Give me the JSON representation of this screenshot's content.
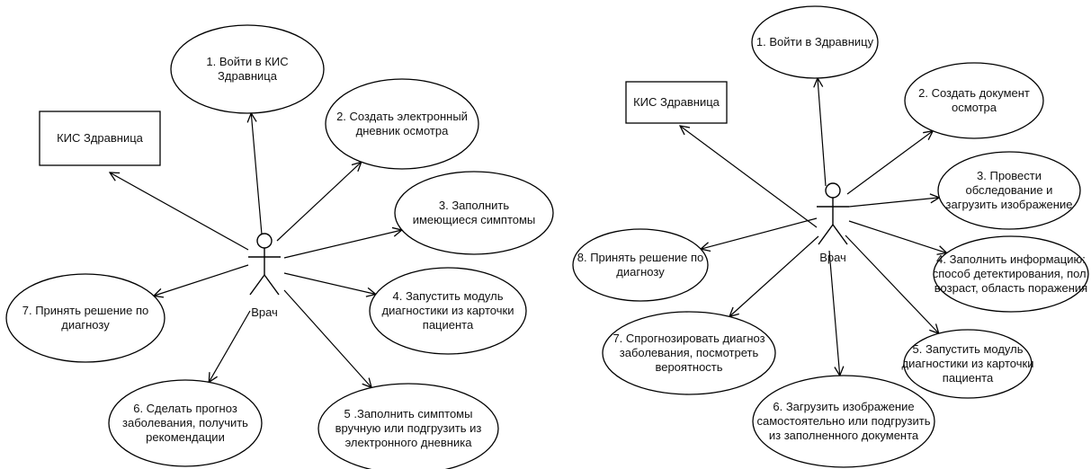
{
  "diagrams": [
    {
      "system": {
        "label": [
          "КИС Здравница"
        ]
      },
      "actor": {
        "label": "Врач"
      },
      "use_cases": [
        {
          "lines": [
            "1. Войти в КИС",
            "Здравница"
          ]
        },
        {
          "lines": [
            "2. Создать электронный",
            "дневник осмотра"
          ]
        },
        {
          "lines": [
            "3. Заполнить",
            "имеющиеся симптомы"
          ]
        },
        {
          "lines": [
            "4. Запустить модуль",
            "диагностики из карточки",
            "пациента"
          ]
        },
        {
          "lines": [
            "5 .Заполнить симптомы",
            "вручную или подгрузить из",
            "электронного дневника"
          ]
        },
        {
          "lines": [
            "6. Сделать прогноз",
            "заболевания, получить",
            "рекомендации"
          ]
        },
        {
          "lines": [
            "7. Принять решение по",
            "диагнозу"
          ]
        }
      ]
    },
    {
      "system": {
        "label": [
          "КИС Здравница"
        ]
      },
      "actor": {
        "label": "Врач"
      },
      "use_cases": [
        {
          "lines": [
            "1. Войти в Здравницу"
          ]
        },
        {
          "lines": [
            "2. Создать документ",
            "осмотра"
          ]
        },
        {
          "lines": [
            "3. Провести",
            "обследование и",
            "загрузить изображение"
          ]
        },
        {
          "lines": [
            "4. Заполнить информацию:",
            "способ детектирования, пол,",
            "возраст, область поражения"
          ]
        },
        {
          "lines": [
            "5. Запустить модуль",
            "диагностики из карточки",
            "пациента"
          ]
        },
        {
          "lines": [
            "6. Загрузить изображение",
            "самостоятельно или подгрузить",
            "из заполненного документа"
          ]
        },
        {
          "lines": [
            "7. Спрогнозировать диагноз",
            "заболевания, посмотреть",
            "вероятность"
          ]
        },
        {
          "lines": [
            "8. Принять решение по",
            "диагнозу"
          ]
        }
      ]
    }
  ]
}
